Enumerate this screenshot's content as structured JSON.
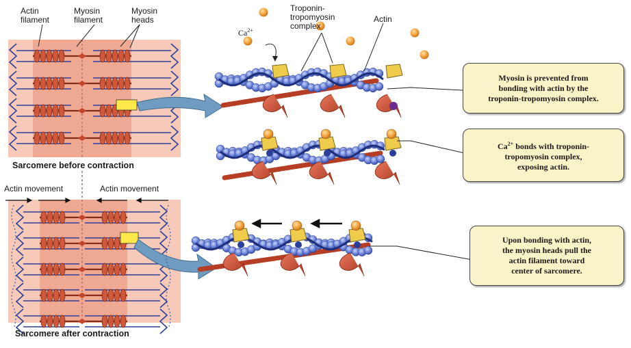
{
  "labels": {
    "actin_filament": [
      "Actin",
      "filament"
    ],
    "myosin_filament": [
      "Myosin",
      "filament"
    ],
    "myosin_heads": [
      "Myosin",
      "heads"
    ],
    "ca": "Ca",
    "ca_sup": "2+",
    "troponin": [
      "Troponin-",
      "tropomyosin",
      "complex"
    ],
    "actin": "Actin",
    "before": "Sarcomere before contraction",
    "after": "Sarcomere after contraction",
    "actin_movement_left": "Actin movement",
    "actin_movement_right": "Actin movement"
  },
  "callouts": {
    "c1": [
      "Myosin is prevented from",
      "bonding with actin by the",
      "troponin-tropomyosin complex."
    ],
    "c2_line1_pre": "Ca",
    "c2_line1_sup": "2+",
    "c2_line1_post": " bonds with troponin-",
    "c2_line2": "tropomyosin complex,",
    "c2_line3": "exposing actin.",
    "c3": [
      "Upon bonding with actin,",
      "the myosin heads pull the",
      "actin filament toward",
      "center of sarcomere."
    ]
  },
  "colors": {
    "sarcomere_bg": "#f4b9a6",
    "sarcomere_center": "#eea690",
    "actin_blue": "#2b3f9a",
    "bead_blue": "#6f85d6",
    "myosin_red": "#c2452b",
    "troponin_yellow": "#f0cc4d",
    "calcium_orange": "#f3a23a",
    "arrow_blue": "#6f9cc0",
    "callout_bg": "#fbf3c8"
  }
}
